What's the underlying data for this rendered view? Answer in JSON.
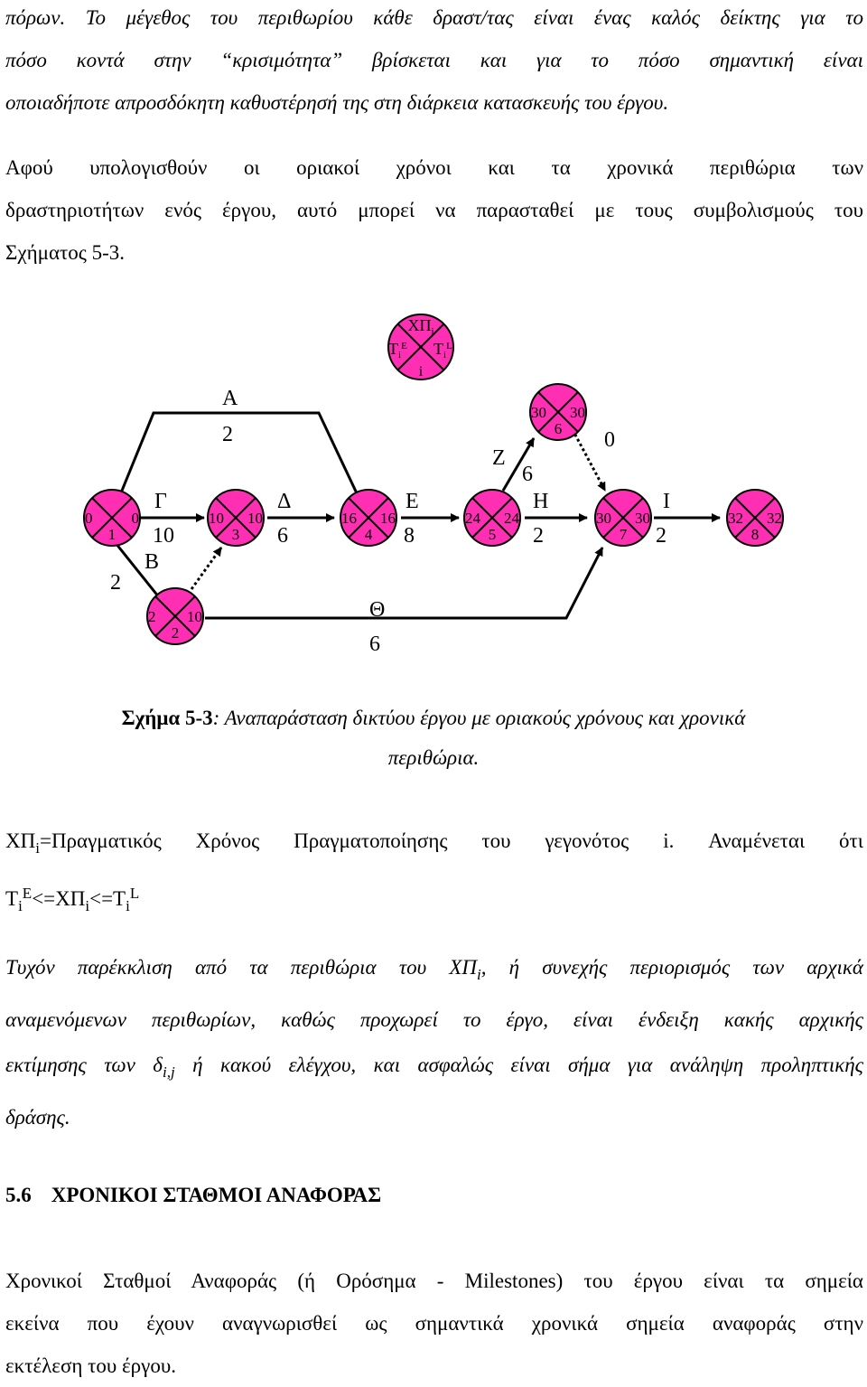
{
  "para1": {
    "lines": [
      "πόρων. Το μέγεθος του περιθωρίου κάθε δραστ/τας είναι ένας καλός δείκτης για το",
      "πόσο κοντά στην “κρισιμότητα” βρίσκεται και για το πόσο σημαντική είναι",
      "οποιαδήποτε απροσδόκητη καθυστέρησή της στη διάρκεια κατασκευής του έργου."
    ]
  },
  "para2": {
    "lines": [
      "Αφού υπολογισθούν οι οριακοί χρόνοι και τα χρονικά περιθώρια των",
      "δραστηριοτήτων ενός έργου, αυτό μπορεί να παρασταθεί με τους συμβολισμούς του",
      "Σχήματος 5-3."
    ]
  },
  "legend": {
    "xp": "ΧΠ",
    "i": "i",
    "T": "T",
    "E": "E",
    "L": "L"
  },
  "diagram": {
    "colors": {
      "node_fill": "#ff2fb3",
      "line": "#000000"
    },
    "nodes": [
      {
        "id": "1",
        "early": "0",
        "late": "0"
      },
      {
        "id": "2",
        "early": "2",
        "late": "10"
      },
      {
        "id": "3",
        "early": "10",
        "late": "10"
      },
      {
        "id": "4",
        "early": "16",
        "late": "16"
      },
      {
        "id": "5",
        "early": "24",
        "late": "24"
      },
      {
        "id": "6",
        "early": "30",
        "late": "30"
      },
      {
        "id": "7",
        "early": "30",
        "late": "30"
      },
      {
        "id": "8",
        "early": "32",
        "late": "32"
      }
    ],
    "activities": [
      {
        "name": "Α",
        "duration": "2"
      },
      {
        "name": "Γ",
        "duration": "10"
      },
      {
        "name": "Β",
        "duration": "2"
      },
      {
        "name": "Δ",
        "duration": "6"
      },
      {
        "name": "Ε",
        "duration": "8"
      },
      {
        "name": "Θ",
        "duration": "6"
      },
      {
        "name": "Ζ",
        "duration": "6"
      },
      {
        "name": "Η",
        "duration": "2"
      },
      {
        "name": "Ι",
        "duration": "2"
      },
      {
        "name": "",
        "duration": "0"
      }
    ]
  },
  "caption": {
    "label": "Σχήμα 5-3",
    "text_line1": ": Αναπαράσταση δικτύου έργου με οριακούς χρόνους και χρονικά",
    "text_line2": "περιθώρια."
  },
  "para3": {
    "line1_before": "ΧΠ",
    "line1_sub": "i",
    "line1_after": "=Πραγματικός Χρόνος Πραγματοποίησης του γεγονότος i. Αναμένεται ότι",
    "line2": {
      "t1": "T",
      "i1": "i",
      "E": "E",
      "mid1": "<=ΧΠ",
      "i2": "i",
      "mid2": "<=T",
      "i3": "i",
      "L": "L"
    }
  },
  "para4": {
    "line1_before": "Τυχόν παρέκκλιση από τα περιθώρια του ΧΠ",
    "line1_sub": "i",
    "line1_after": ", ή συνεχής περιορισμός των αρχικά",
    "line2": "αναμενόμενων περιθωρίων, καθώς προχωρεί το έργο, είναι ένδειξη κακής αρχικής",
    "line3_before": "εκτίμησης των δ",
    "line3_sub": "i,j",
    "line3_after": " ή κακού ελέγχου, και ασφαλώς είναι σήμα για ανάληψη προληπτικής",
    "line4": "δράσης."
  },
  "section": {
    "number": "5.6",
    "title": "ΧΡΟΝΙΚΟΙ ΣΤΑΘΜΟΙ ΑΝΑΦΟΡΑΣ"
  },
  "para5": {
    "lines": [
      "Χρονικοί Σταθμοί Αναφοράς (ή Ορόσημα - Milestones) του έργου είναι τα σημεία",
      "εκείνα που έχουν αναγνωρισθεί ως σημαντικά χρονικά σημεία αναφοράς στην",
      "εκτέλεση του έργου."
    ]
  }
}
